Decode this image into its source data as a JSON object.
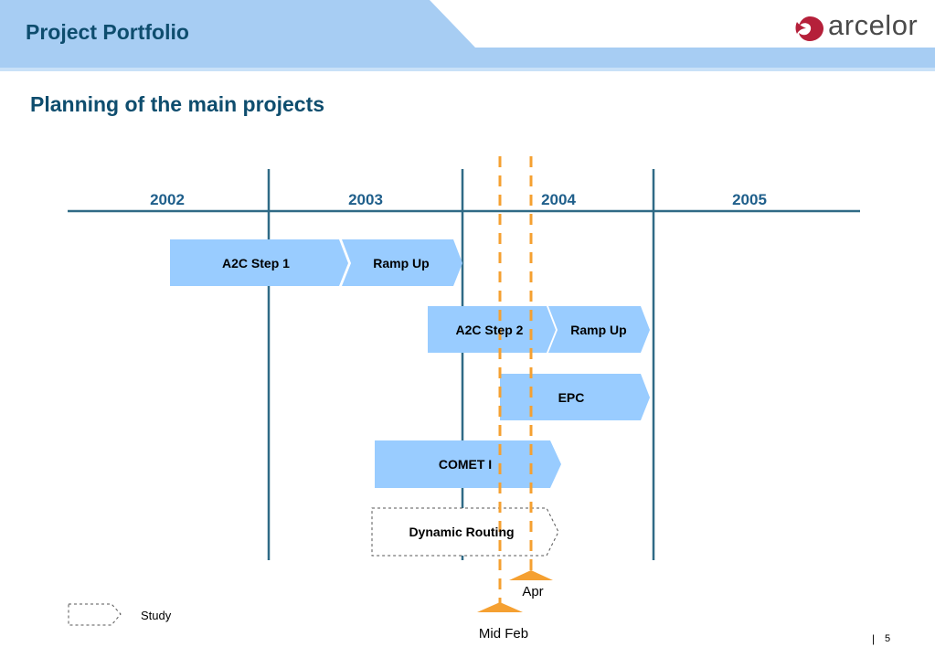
{
  "header": {
    "title": "Project Portfolio"
  },
  "brand": {
    "name": "arcelor",
    "accent": "#b5203a"
  },
  "slide": {
    "subtitle": "Planning of the main projects"
  },
  "timeline": {
    "years": [
      "2002",
      "2003",
      "2004",
      "2005"
    ],
    "bars": [
      {
        "label": "A2C Step 1",
        "style": "solid"
      },
      {
        "label": "Ramp Up",
        "style": "solid"
      },
      {
        "label": "A2C Step 2",
        "style": "solid"
      },
      {
        "label": "Ramp Up",
        "style": "solid"
      },
      {
        "label": "EPC",
        "style": "solid"
      },
      {
        "label": "COMET I",
        "style": "solid"
      },
      {
        "label": "Dynamic Routing",
        "style": "dashed"
      }
    ],
    "markers": [
      {
        "label": "Mid Feb"
      },
      {
        "label": "Apr"
      }
    ]
  },
  "legend": {
    "study_label": "Study"
  },
  "footer": {
    "separator": "|",
    "page": "5"
  },
  "colors": {
    "header_band": "#a7cdf3",
    "header_band_light": "#c9e1f8",
    "bar_fill": "#99ccff",
    "timeline_line": "#2f6a86",
    "marker": "#f5a031",
    "title_text": "#0e4d6e",
    "year_text": "#1f5f8b"
  }
}
